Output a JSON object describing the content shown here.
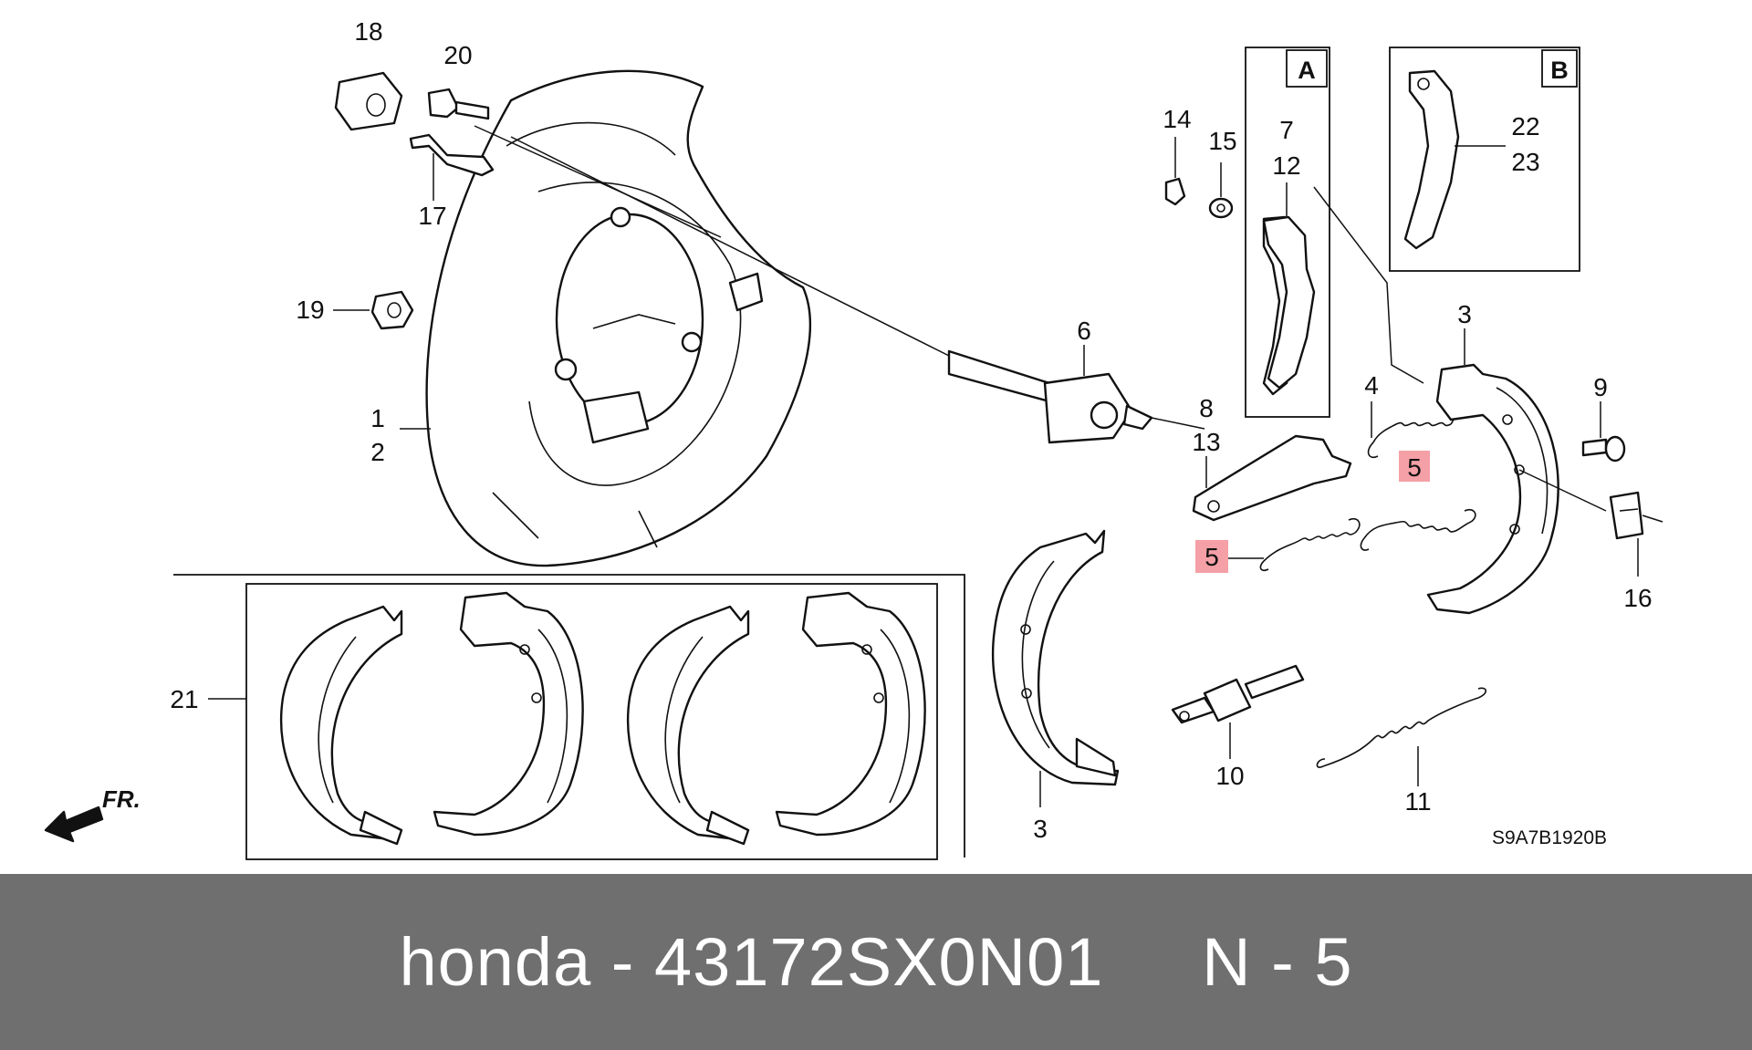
{
  "diagram": {
    "callouts": {
      "c1": "1",
      "c2": "2",
      "c3a": "3",
      "c3b": "3",
      "c4": "4",
      "c5a": "5",
      "c5b": "5",
      "c6": "6",
      "c7": "7",
      "c8": "8",
      "c9": "9",
      "c10": "10",
      "c11": "11",
      "c12": "12",
      "c13": "13",
      "c14": "14",
      "c15": "15",
      "c16": "16",
      "c17": "17",
      "c18": "18",
      "c19": "19",
      "c20": "20",
      "c21": "21",
      "c22": "22",
      "c23": "23"
    },
    "box_a_label": "A",
    "box_b_label": "B",
    "front_label": "FR.",
    "diagram_code": "S9A7B1920B",
    "highlight_color": "#f4a0a6"
  },
  "caption": {
    "text": "honda - 43172SX0N01     N - 5",
    "background": "#6f6f6f"
  }
}
